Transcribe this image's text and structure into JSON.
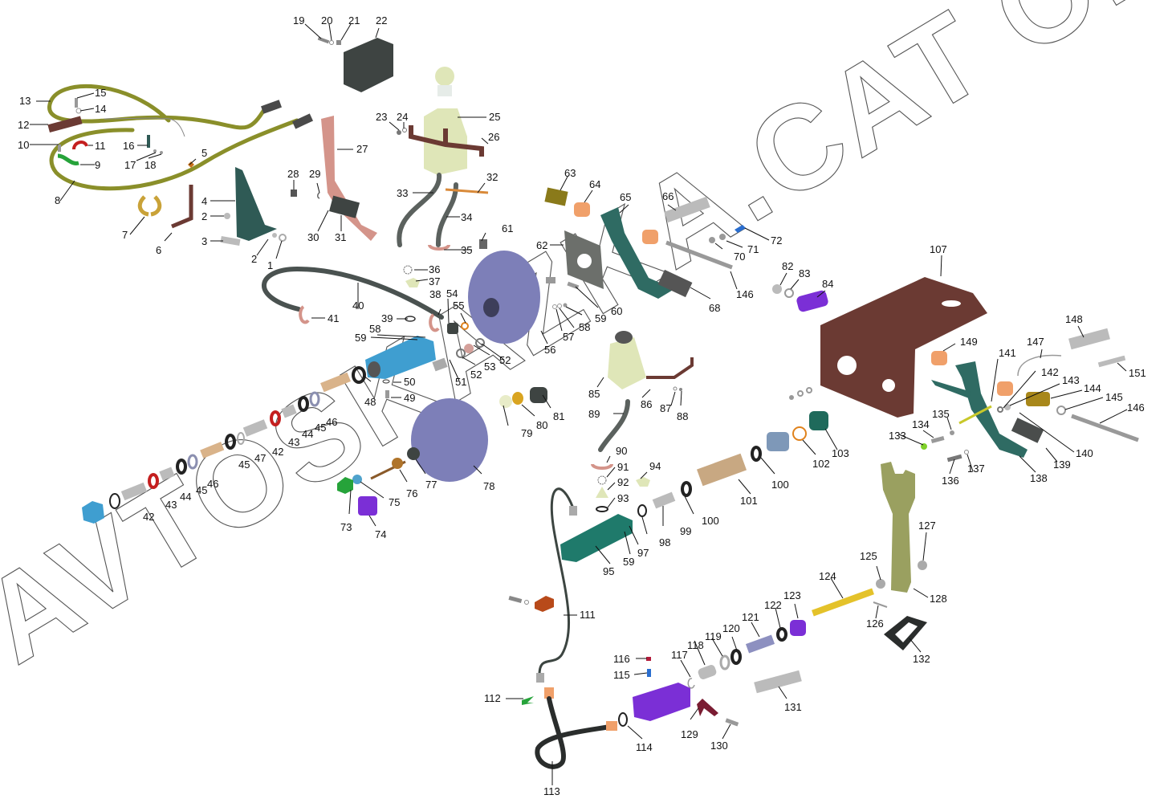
{
  "diagram": {
    "type": "exploded-parts-diagram",
    "watermark": "AVTOSKAZKA.CAT ONLINE",
    "colors": {
      "cable": "#8a8f2a",
      "bracket_brown": "#6b3a33",
      "dark_green": "#2f5a55",
      "booster_blue": "#7d7fb8",
      "cylinder_blue": "#3f9ed0",
      "reservoir": "#dfe6b8",
      "pedal_green": "#2f6b63",
      "purple": "#7b2fd6",
      "orange_bush": "#f0a06a",
      "hose": "#3c4541",
      "clutch_cyl": "#1f7a6b",
      "fork": "#9aa060",
      "yellow_rod": "#e4c22a",
      "pink_bracket": "#d4948a"
    },
    "callouts": [
      {
        "id": "c1",
        "text": "1"
      },
      {
        "id": "c2a",
        "text": "2"
      },
      {
        "id": "c2b",
        "text": "2"
      },
      {
        "id": "c3",
        "text": "3"
      },
      {
        "id": "c4",
        "text": "4"
      },
      {
        "id": "c5",
        "text": "5"
      },
      {
        "id": "c6",
        "text": "6"
      },
      {
        "id": "c7",
        "text": "7"
      },
      {
        "id": "c8",
        "text": "8"
      },
      {
        "id": "c9",
        "text": "9"
      },
      {
        "id": "c10",
        "text": "10"
      },
      {
        "id": "c11",
        "text": "11"
      },
      {
        "id": "c12",
        "text": "12"
      },
      {
        "id": "c13",
        "text": "13"
      },
      {
        "id": "c14",
        "text": "14"
      },
      {
        "id": "c15",
        "text": "15"
      },
      {
        "id": "c16",
        "text": "16"
      },
      {
        "id": "c17",
        "text": "17"
      },
      {
        "id": "c18",
        "text": "18"
      },
      {
        "id": "c19",
        "text": "19"
      },
      {
        "id": "c20",
        "text": "20"
      },
      {
        "id": "c21",
        "text": "21"
      },
      {
        "id": "c22",
        "text": "22"
      },
      {
        "id": "c23",
        "text": "23"
      },
      {
        "id": "c24",
        "text": "24"
      },
      {
        "id": "c25",
        "text": "25"
      },
      {
        "id": "c26",
        "text": "26"
      },
      {
        "id": "c27",
        "text": "27"
      },
      {
        "id": "c28",
        "text": "28"
      },
      {
        "id": "c29",
        "text": "29"
      },
      {
        "id": "c30",
        "text": "30"
      },
      {
        "id": "c31",
        "text": "31"
      },
      {
        "id": "c32",
        "text": "32"
      },
      {
        "id": "c33",
        "text": "33"
      },
      {
        "id": "c34",
        "text": "34"
      },
      {
        "id": "c35",
        "text": "35"
      },
      {
        "id": "c36",
        "text": "36"
      },
      {
        "id": "c37",
        "text": "37"
      },
      {
        "id": "c38",
        "text": "38"
      },
      {
        "id": "c39",
        "text": "39"
      },
      {
        "id": "c40",
        "text": "40"
      },
      {
        "id": "c41",
        "text": "41"
      },
      {
        "id": "c42a",
        "text": "42"
      },
      {
        "id": "c42b",
        "text": "42"
      },
      {
        "id": "c43a",
        "text": "43"
      },
      {
        "id": "c43b",
        "text": "43"
      },
      {
        "id": "c44a",
        "text": "44"
      },
      {
        "id": "c44b",
        "text": "44"
      },
      {
        "id": "c45a",
        "text": "45"
      },
      {
        "id": "c45b",
        "text": "45"
      },
      {
        "id": "c45c",
        "text": "45"
      },
      {
        "id": "c46a",
        "text": "46"
      },
      {
        "id": "c46b",
        "text": "46"
      },
      {
        "id": "c47",
        "text": "47"
      },
      {
        "id": "c48",
        "text": "48"
      },
      {
        "id": "c49",
        "text": "49"
      },
      {
        "id": "c50",
        "text": "50"
      },
      {
        "id": "c51",
        "text": "51"
      },
      {
        "id": "c52a",
        "text": "52"
      },
      {
        "id": "c52b",
        "text": "52"
      },
      {
        "id": "c53",
        "text": "53"
      },
      {
        "id": "c54",
        "text": "54"
      },
      {
        "id": "c55",
        "text": "55"
      },
      {
        "id": "c56",
        "text": "56"
      },
      {
        "id": "c57",
        "text": "57"
      },
      {
        "id": "c58a",
        "text": "58"
      },
      {
        "id": "c58b",
        "text": "58"
      },
      {
        "id": "c59a",
        "text": "59"
      },
      {
        "id": "c59b",
        "text": "59"
      },
      {
        "id": "c59c",
        "text": "59"
      },
      {
        "id": "c60",
        "text": "60"
      },
      {
        "id": "c61",
        "text": "61"
      },
      {
        "id": "c62",
        "text": "62"
      },
      {
        "id": "c63",
        "text": "63"
      },
      {
        "id": "c64",
        "text": "64"
      },
      {
        "id": "c65",
        "text": "65"
      },
      {
        "id": "c66",
        "text": "66"
      },
      {
        "id": "c68",
        "text": "68"
      },
      {
        "id": "c70",
        "text": "70"
      },
      {
        "id": "c71",
        "text": "71"
      },
      {
        "id": "c72",
        "text": "72"
      },
      {
        "id": "c73",
        "text": "73"
      },
      {
        "id": "c74",
        "text": "74"
      },
      {
        "id": "c75",
        "text": "75"
      },
      {
        "id": "c76",
        "text": "76"
      },
      {
        "id": "c77",
        "text": "77"
      },
      {
        "id": "c78",
        "text": "78"
      },
      {
        "id": "c79",
        "text": "79"
      },
      {
        "id": "c80",
        "text": "80"
      },
      {
        "id": "c81",
        "text": "81"
      },
      {
        "id": "c82",
        "text": "82"
      },
      {
        "id": "c83",
        "text": "83"
      },
      {
        "id": "c84",
        "text": "84"
      },
      {
        "id": "c85",
        "text": "85"
      },
      {
        "id": "c86",
        "text": "86"
      },
      {
        "id": "c87",
        "text": "87"
      },
      {
        "id": "c88",
        "text": "88"
      },
      {
        "id": "c89",
        "text": "89"
      },
      {
        "id": "c90",
        "text": "90"
      },
      {
        "id": "c91",
        "text": "91"
      },
      {
        "id": "c92",
        "text": "92"
      },
      {
        "id": "c93",
        "text": "93"
      },
      {
        "id": "c94",
        "text": "94"
      },
      {
        "id": "c95",
        "text": "95"
      },
      {
        "id": "c97",
        "text": "97"
      },
      {
        "id": "c98",
        "text": "98"
      },
      {
        "id": "c99",
        "text": "99"
      },
      {
        "id": "c100a",
        "text": "100"
      },
      {
        "id": "c100b",
        "text": "100"
      },
      {
        "id": "c101",
        "text": "101"
      },
      {
        "id": "c102",
        "text": "102"
      },
      {
        "id": "c103",
        "text": "103"
      },
      {
        "id": "c107",
        "text": "107"
      },
      {
        "id": "c111",
        "text": "111"
      },
      {
        "id": "c112",
        "text": "112"
      },
      {
        "id": "c113",
        "text": "113"
      },
      {
        "id": "c114",
        "text": "114"
      },
      {
        "id": "c115",
        "text": "115"
      },
      {
        "id": "c116",
        "text": "116"
      },
      {
        "id": "c117",
        "text": "117"
      },
      {
        "id": "c118",
        "text": "118"
      },
      {
        "id": "c119",
        "text": "119"
      },
      {
        "id": "c120",
        "text": "120"
      },
      {
        "id": "c121",
        "text": "121"
      },
      {
        "id": "c122",
        "text": "122"
      },
      {
        "id": "c123",
        "text": "123"
      },
      {
        "id": "c124",
        "text": "124"
      },
      {
        "id": "c125",
        "text": "125"
      },
      {
        "id": "c126",
        "text": "126"
      },
      {
        "id": "c127",
        "text": "127"
      },
      {
        "id": "c128",
        "text": "128"
      },
      {
        "id": "c129",
        "text": "129"
      },
      {
        "id": "c130",
        "text": "130"
      },
      {
        "id": "c131",
        "text": "131"
      },
      {
        "id": "c132",
        "text": "132"
      },
      {
        "id": "c133",
        "text": "133"
      },
      {
        "id": "c134",
        "text": "134"
      },
      {
        "id": "c135",
        "text": "135"
      },
      {
        "id": "c136",
        "text": "136"
      },
      {
        "id": "c137",
        "text": "137"
      },
      {
        "id": "c138",
        "text": "138"
      },
      {
        "id": "c139",
        "text": "139"
      },
      {
        "id": "c140",
        "text": "140"
      },
      {
        "id": "c141",
        "text": "141"
      },
      {
        "id": "c142",
        "text": "142"
      },
      {
        "id": "c143",
        "text": "143"
      },
      {
        "id": "c144",
        "text": "144"
      },
      {
        "id": "c145",
        "text": "145"
      },
      {
        "id": "c146a",
        "text": "146"
      },
      {
        "id": "c146b",
        "text": "146"
      },
      {
        "id": "c147",
        "text": "147"
      },
      {
        "id": "c148",
        "text": "148"
      },
      {
        "id": "c149",
        "text": "149"
      },
      {
        "id": "c151",
        "text": "151"
      }
    ]
  }
}
